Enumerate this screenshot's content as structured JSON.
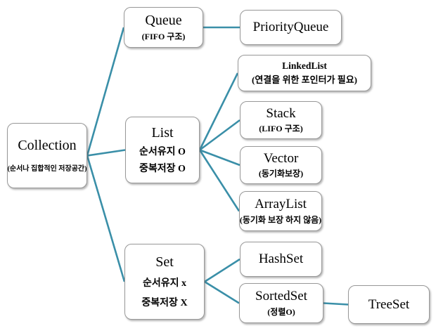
{
  "colors": {
    "line": "#3A8FA8",
    "box_border": "#989898",
    "box_fill": "#ffffff",
    "text": "#000000"
  },
  "nodes": {
    "collection": {
      "label": "Collection",
      "note": "(순서나 집합적인 저장공간)"
    },
    "queue": {
      "label": "Queue",
      "note": "(FIFO 구조)"
    },
    "priorityqueue": {
      "label": "PriorityQueue"
    },
    "linkedlist": {
      "label": "LinkedList",
      "note": "(연결을 위한 포인터가 필요)"
    },
    "list": {
      "label": "List",
      "note1": "순서유지 O",
      "note2": "중복저장 O"
    },
    "stack": {
      "label": "Stack",
      "note": "(LIFO 구조)"
    },
    "vector": {
      "label": "Vector",
      "note": "(동기화보장)"
    },
    "arraylist": {
      "label": "ArrayList",
      "note": "(동기화 보장 하지 않음)"
    },
    "set": {
      "label": "Set",
      "note1": "순서유지 x",
      "note2": "중복저장 X"
    },
    "hashset": {
      "label": "HashSet"
    },
    "sortedset": {
      "label": "SortedSet",
      "note": "(정렬O)"
    },
    "treeset": {
      "label": "TreeSet"
    }
  },
  "edges": [
    [
      "collection",
      "queue"
    ],
    [
      "collection",
      "list"
    ],
    [
      "collection",
      "set"
    ],
    [
      "queue",
      "priorityqueue"
    ],
    [
      "list",
      "linkedlist"
    ],
    [
      "list",
      "stack"
    ],
    [
      "list",
      "vector"
    ],
    [
      "list",
      "arraylist"
    ],
    [
      "set",
      "hashset"
    ],
    [
      "set",
      "sortedset"
    ],
    [
      "sortedset",
      "treeset"
    ]
  ]
}
